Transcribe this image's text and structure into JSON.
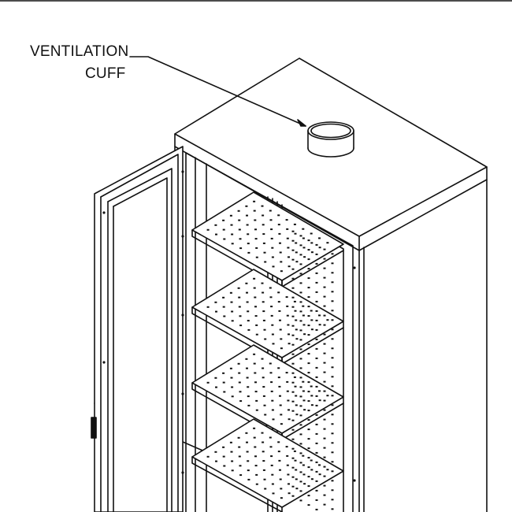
{
  "callouts": {
    "ventilation_cuff": {
      "line1": "VENTILATION",
      "line2": "CUFF"
    }
  },
  "colors": {
    "stroke": "#111111",
    "background": "#ffffff",
    "shade": "#f4f4f4"
  },
  "shelf_count_visible": 4
}
